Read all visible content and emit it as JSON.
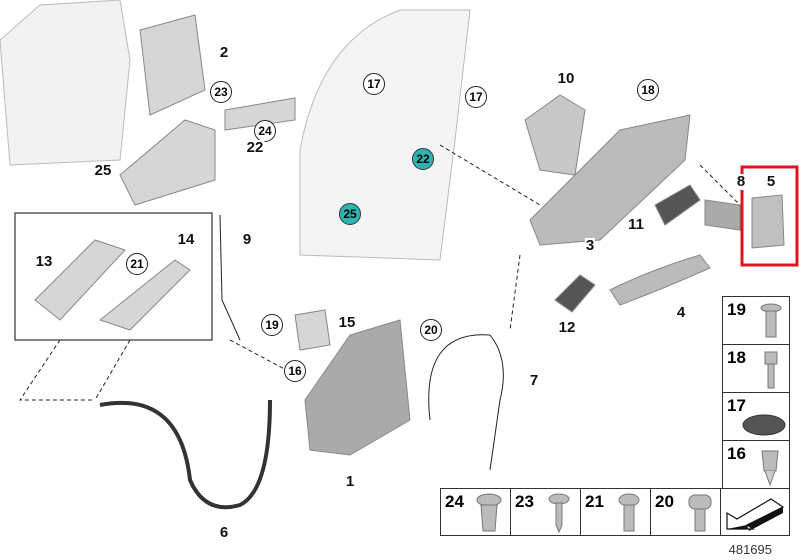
{
  "diagram": {
    "document_number": "481695",
    "highlight_color": "#e0141e",
    "teal_color": "#2cb5b0",
    "callouts": {
      "p2": "2",
      "p23a": "23",
      "p24a": "24",
      "p22a": "22",
      "p25a": "25",
      "p17a": "17",
      "p17b": "17",
      "p22b": "22",
      "p25b": "25",
      "p10": "10",
      "p18a": "18",
      "p8": "8",
      "p5": "5",
      "p3": "3",
      "p11": "11",
      "p4": "4",
      "p12": "12",
      "p9": "9",
      "p13": "13",
      "p21a": "21",
      "p14": "14",
      "p19a": "19",
      "p15": "15",
      "p20a": "20",
      "p16a": "16",
      "p7": "7",
      "p1": "1",
      "p6": "6"
    },
    "side_table": [
      "19",
      "18",
      "17",
      "16"
    ],
    "bottom_table": [
      "24",
      "23",
      "21",
      "20"
    ]
  }
}
